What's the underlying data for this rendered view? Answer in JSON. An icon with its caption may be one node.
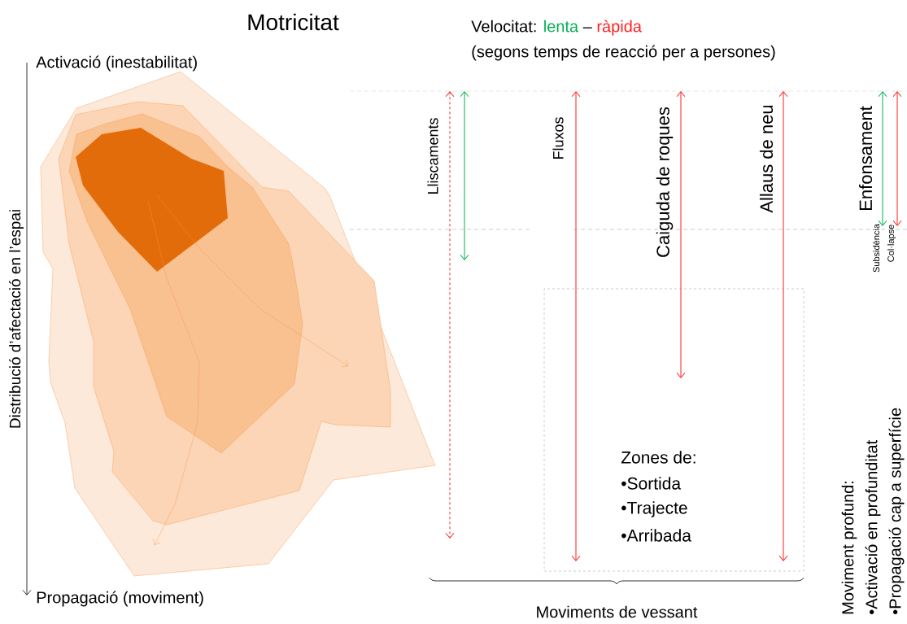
{
  "diagram": {
    "title": "Motricitat",
    "nodes": [
      {
        "text": [
          "Zones de:",
          "•Sortida",
          "•Trajecte",
          "•Arribada"
        ]
      }
    ],
    "labels": [
      "Velocitat:",
      "lenta",
      "–",
      "ràpida",
      "(segons temps de reacció per a persones)",
      "Activació (inestabilitat)",
      "Distribució d’afectació en l’espai",
      "Propagació (moviment)",
      "Lliscaments",
      "Fluxos",
      "Caiguda de roques",
      "Allaus de neu",
      "Enfonsament",
      "Subsidència",
      "Col·lapse",
      "Moviments de vessant",
      "Moviment profund:",
      "•Activació en profunditat",
      "•Propagació cap a superfície"
    ]
  }
}
